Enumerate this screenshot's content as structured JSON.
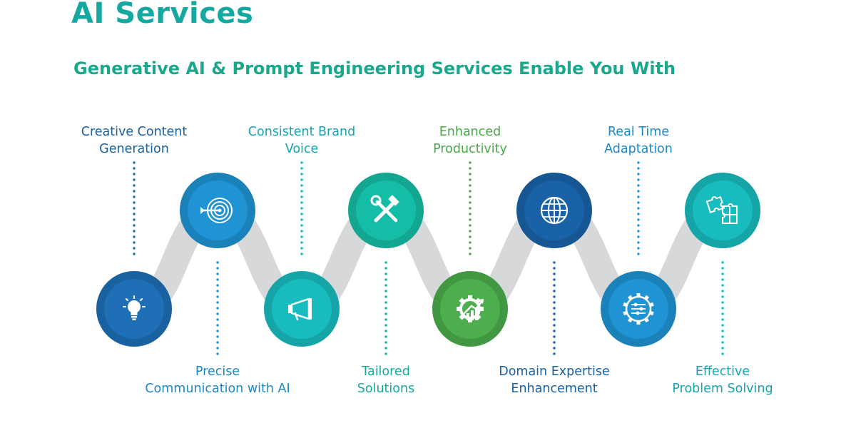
{
  "page": {
    "title": "AI Services",
    "subtitle": "Generative AI & Prompt Engineering Services Enable You With"
  },
  "colors": {
    "title": "#14a8a0",
    "subtitle": "#1aa88c",
    "connector": "#d6d8da",
    "dark_blue": "#1e6fb5",
    "blue": "#1f93d3",
    "teal": "#18bcbf",
    "green": "#4cae4c"
  },
  "services": [
    {
      "lines": [
        "Creative Content",
        "Generation"
      ],
      "icon": "lightbulb-icon",
      "color": "#1e6fb5",
      "label_color": "#1a5f9e"
    },
    {
      "lines": [
        "Precise",
        "Communication with AI"
      ],
      "icon": "target-icon",
      "color": "#1f93d3",
      "label_color": "#1e88c4"
    },
    {
      "lines": [
        "Consistent Brand",
        "Voice"
      ],
      "icon": "megaphone-icon",
      "color": "#18bcbf",
      "label_color": "#17a3b4"
    },
    {
      "lines": [
        "Tailored",
        "Solutions"
      ],
      "icon": "tools-icon",
      "color": "#16bda6",
      "label_color": "#17a8a0"
    },
    {
      "lines": [
        "Enhanced",
        "Productivity"
      ],
      "icon": "gear-growth-icon",
      "color": "#4cae4c",
      "label_color": "#4aa84a"
    },
    {
      "lines": [
        "Domain Expertise",
        "Enhancement"
      ],
      "icon": "globe-icon",
      "color": "#1a62a8",
      "label_color": "#1a5f9e"
    },
    {
      "lines": [
        "Real Time",
        "Adaptation"
      ],
      "icon": "settings-sliders-icon",
      "color": "#1f93d3",
      "label_color": "#1e88c4"
    },
    {
      "lines": [
        "Effective",
        "Problem Solving"
      ],
      "icon": "puzzle-icon",
      "color": "#18bcbf",
      "label_color": "#17a3b4"
    }
  ]
}
